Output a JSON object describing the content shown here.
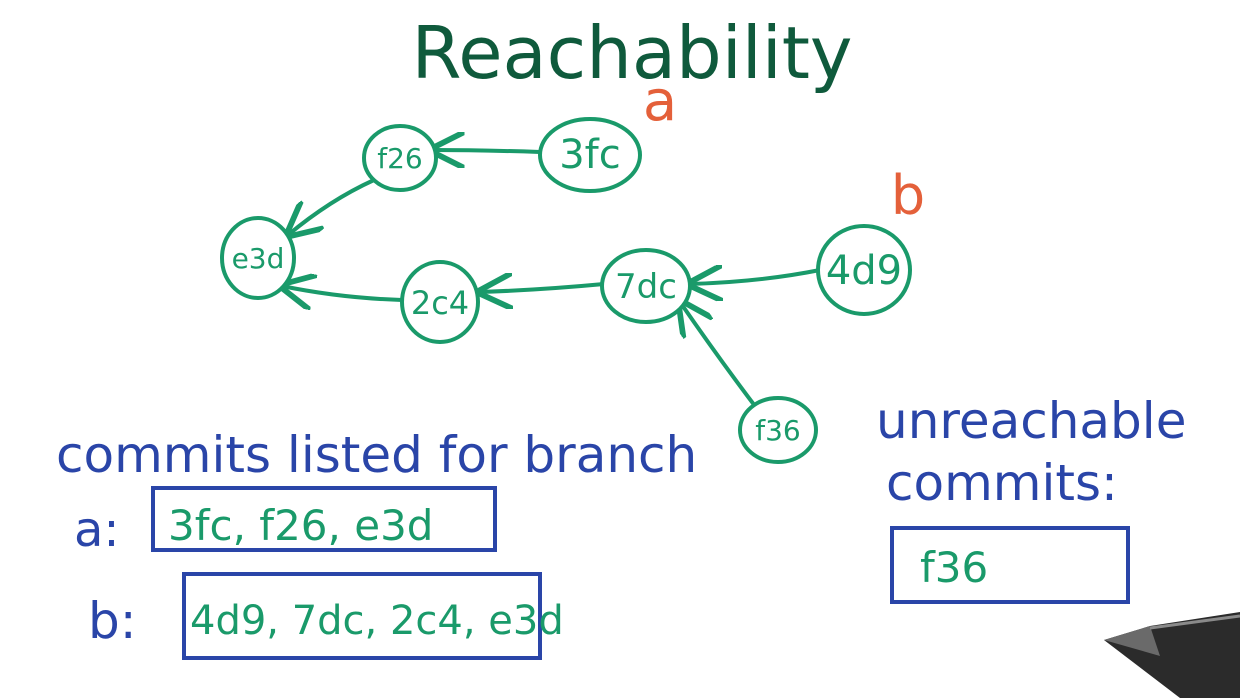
{
  "title": "Reachability",
  "colors": {
    "title": "#0f5a3c",
    "commit": "#1a9a6a",
    "branch_label": "#e4603a",
    "ink_blue": "#2a45a8"
  },
  "commits": {
    "c3fc": "3fc",
    "cf26": "f26",
    "ce3d": "e3d",
    "c2c4": "2c4",
    "c7dc": "7dc",
    "c4d9": "4d9",
    "cf36": "f36"
  },
  "branches": {
    "a": "a",
    "b": "b"
  },
  "listed": {
    "heading": "commits listed for branch",
    "a_label": "a:",
    "a_value": "3fc, f26, e3d",
    "b_label": "b:",
    "b_value": "4d9, 7dc, 2c4, e3d"
  },
  "unreachable": {
    "heading_line1": "unreachable",
    "heading_line2": "commits:",
    "value": "f36"
  },
  "icons": [
    "pen-icon"
  ]
}
